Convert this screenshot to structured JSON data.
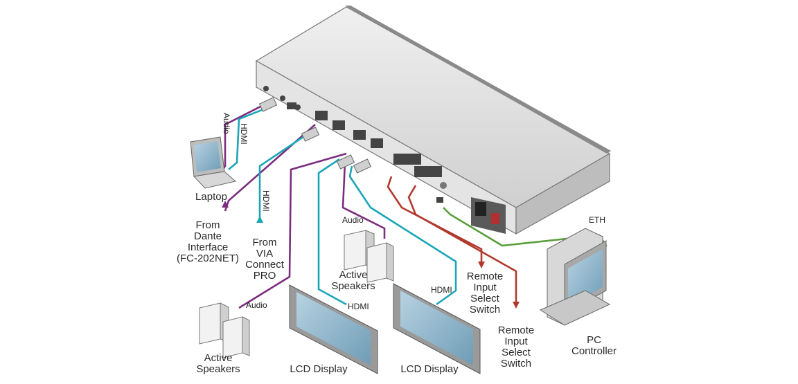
{
  "labels": {
    "laptop": "Laptop",
    "laptop_audio": "Audio",
    "laptop_hdmi": "HDMI",
    "dante_source": "From\nDante\nInterface\n(FC-202NET)",
    "via_hdmi": "HDMI",
    "via_source": "From\nVIA\nConnect\nPRO",
    "speakers_left": "Active\nSpeakers",
    "speakers_left_audio": "Audio",
    "speakers_mid": "Active\nSpeakers",
    "speakers_mid_audio": "Audio",
    "lcd_left": "LCD Display",
    "lcd_left_hdmi": "HDMI",
    "lcd_right": "LCD Display",
    "lcd_right_hdmi": "HDMI",
    "remote_switch_1": "Remote\nInput\nSelect\nSwitch",
    "remote_switch_2": "Remote\nInput\nSelect\nSwitch",
    "eth": "ETH",
    "pc_controller": "PC\nController"
  },
  "colors": {
    "audio_cable": "#7b2d7e",
    "hdmi_cable": "#1aa6b7",
    "remote_cable": "#b0392c",
    "eth_cable": "#5a9e3a",
    "device_body": "#dcdcdc",
    "device_dark": "#9a9a9a",
    "screen": "#8fb8cf"
  },
  "icons": [
    "laptop-icon",
    "speaker-icon",
    "lcd-display-icon",
    "pc-controller-icon",
    "switcher-device-icon"
  ]
}
